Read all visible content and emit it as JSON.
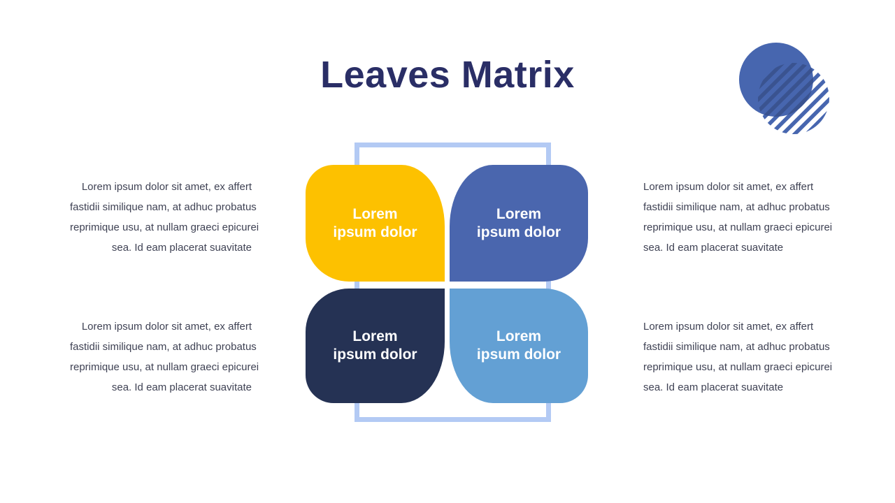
{
  "title": "Leaves Matrix",
  "body_text": {
    "full": "Lorem ipsum dolor sit amet, ex affert fastidii similique nam, at adhuc probatus reprimique usu, at nullam graeci epicurei sea. Id eam placerat suavitate",
    "lines": [
      "Lorem ipsum dolor sit amet, ex affert",
      "fastidii similique nam, at adhuc probatus",
      "reprimique usu, at nullam graeci epicurei",
      "sea. Id eam placerat suavitate"
    ]
  },
  "matrix": {
    "leaves": [
      {
        "position": "top-left",
        "label": "Lorem ipsum dolor",
        "label_lines": [
          "Lorem",
          "ipsum dolor"
        ],
        "color": "#fdc100"
      },
      {
        "position": "top-right",
        "label": "Lorem ipsum dolor",
        "label_lines": [
          "Lorem",
          "ipsum dolor"
        ],
        "color": "#4a66ae"
      },
      {
        "position": "bottom-left",
        "label": "Lorem ipsum dolor",
        "label_lines": [
          "Lorem",
          "ipsum dolor"
        ],
        "color": "#253254"
      },
      {
        "position": "bottom-right",
        "label": "Lorem ipsum dolor",
        "label_lines": [
          "Lorem",
          "ipsum dolor"
        ],
        "color": "#63a0d4"
      }
    ]
  },
  "colors": {
    "background": "#ffffff",
    "title_text": "#2a2e66",
    "body_text": "#3f4254",
    "frame_border": "#b3caf4",
    "leaf_label_text": "#ffffff",
    "deco_circle": "#4766af",
    "deco_stripe_overlap": "#3a5390"
  }
}
